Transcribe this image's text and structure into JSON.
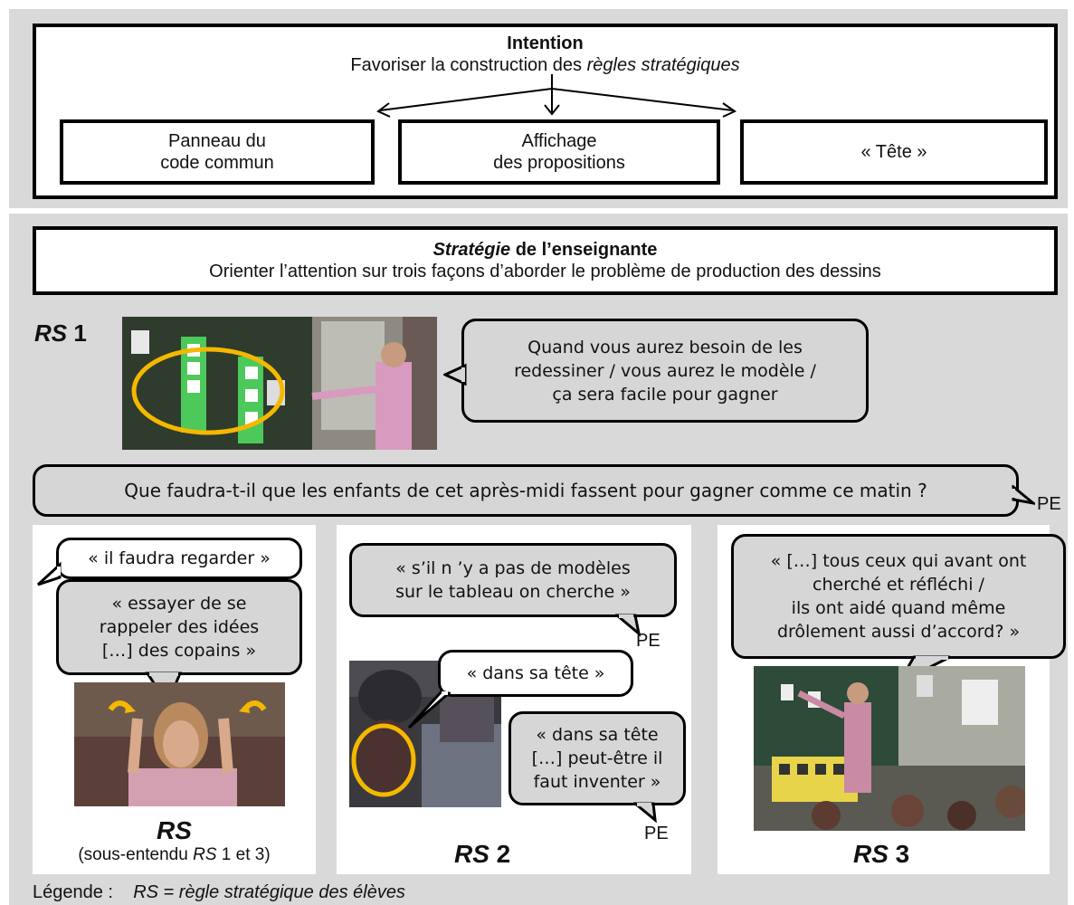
{
  "intention": {
    "title": "Intention",
    "subtitle_prefix": "Favoriser la construction des ",
    "subtitle_italic": "règles stratégiques",
    "boxes": [
      {
        "line1": "Panneau du",
        "line2": "code commun"
      },
      {
        "line1": "Affichage",
        "line2": "des propositions"
      },
      {
        "line1": "« Tête »",
        "line2": ""
      }
    ]
  },
  "strategy": {
    "title_italic": "Stratégie",
    "title_rest": " de l’enseignante",
    "subtitle": "Orienter l’attention sur trois façons d’aborder le problème de production des dessins"
  },
  "rs1": {
    "label_italic": "RS",
    "label_num": " 1",
    "bubble": [
      "Quand vous aurez besoin de les",
      "redessiner / vous aurez le modèle /",
      "ça sera facile pour gagner"
    ]
  },
  "question": {
    "text": "Que faudra-t-il que les enfants de cet après-midi fassent pour gagner comme ce matin ?",
    "speaker": "PE"
  },
  "panel_left": {
    "bubble_top": "« il faudra regarder »",
    "bubble_main": [
      "« essayer de se",
      "rappeler des idées",
      "[…] des copains »"
    ],
    "label": "RS",
    "note_prefix": "(sous-entendu ",
    "note_italic": "RS",
    "note_suffix": " 1 et 3)"
  },
  "panel_mid": {
    "bubble_top": [
      "« s’il n ’y a pas de modèles",
      "sur le tableau on cherche »"
    ],
    "speaker_top": "PE",
    "bubble_child": "« dans sa tête »",
    "bubble_pe": [
      "« dans sa tête",
      "[…] peut-être il",
      "faut inventer »"
    ],
    "speaker_bottom": "PE",
    "label_italic": "RS",
    "label_num": " 2"
  },
  "panel_right": {
    "bubble": [
      "« […] tous ceux qui avant ont",
      "cherché et réfléchi  /",
      "ils ont aidé quand même",
      "drôlement aussi  d’accord? »"
    ],
    "label_italic": "RS",
    "label_num": " 3"
  },
  "legend": {
    "prefix": "Légende :    ",
    "text": "RS = règle stratégique des élèves"
  }
}
